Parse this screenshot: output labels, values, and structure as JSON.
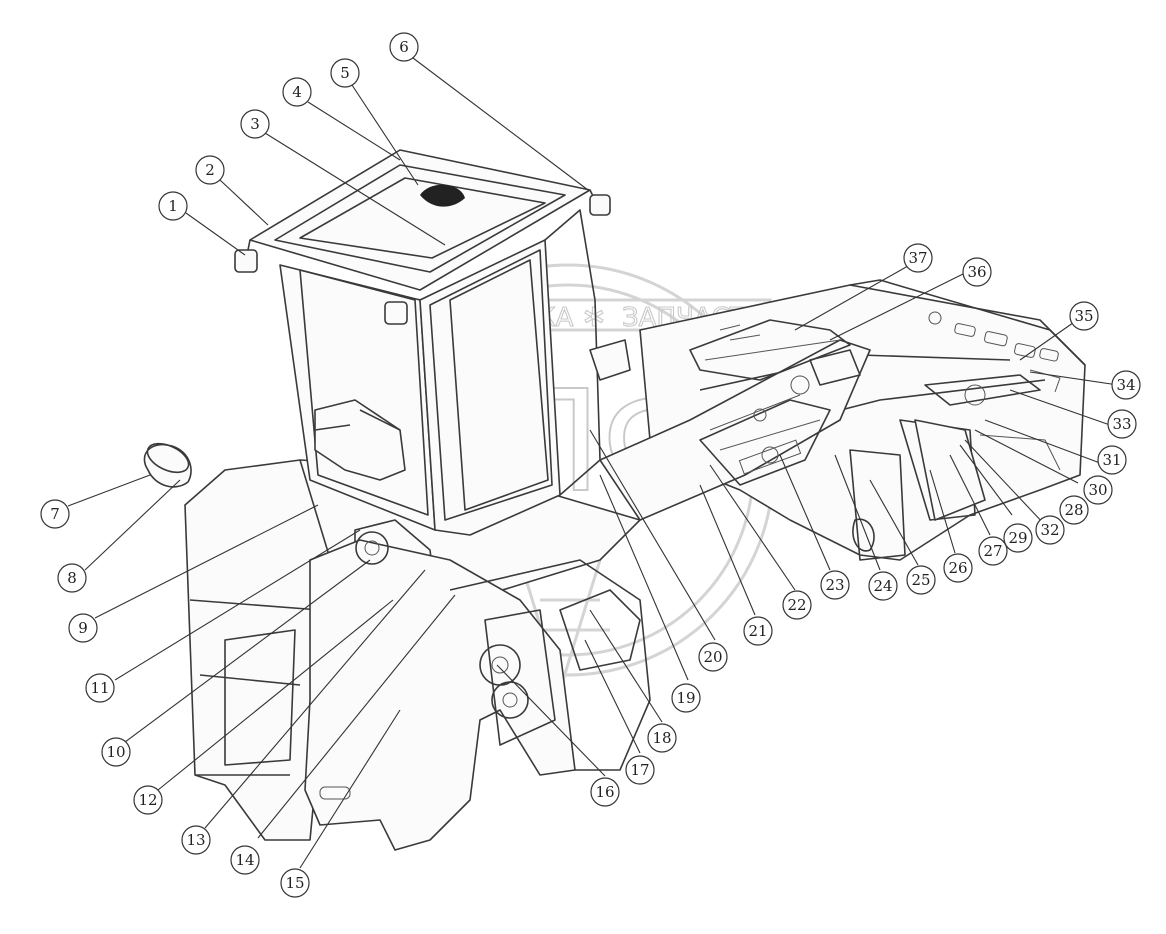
{
  "watermark": {
    "text_left": "ТЕХНИКА",
    "text_right": "ЗАПЧАСТИ",
    "logo_letters": "ЭПФ"
  },
  "callouts": [
    "1",
    "2",
    "3",
    "4",
    "5",
    "6",
    "7",
    "8",
    "9",
    "10",
    "11",
    "12",
    "13",
    "14",
    "15",
    "16",
    "17",
    "18",
    "19",
    "20",
    "21",
    "22",
    "23",
    "24",
    "25",
    "26",
    "27",
    "28",
    "29",
    "30",
    "31",
    "32",
    "33",
    "34",
    "35",
    "36",
    "37"
  ]
}
